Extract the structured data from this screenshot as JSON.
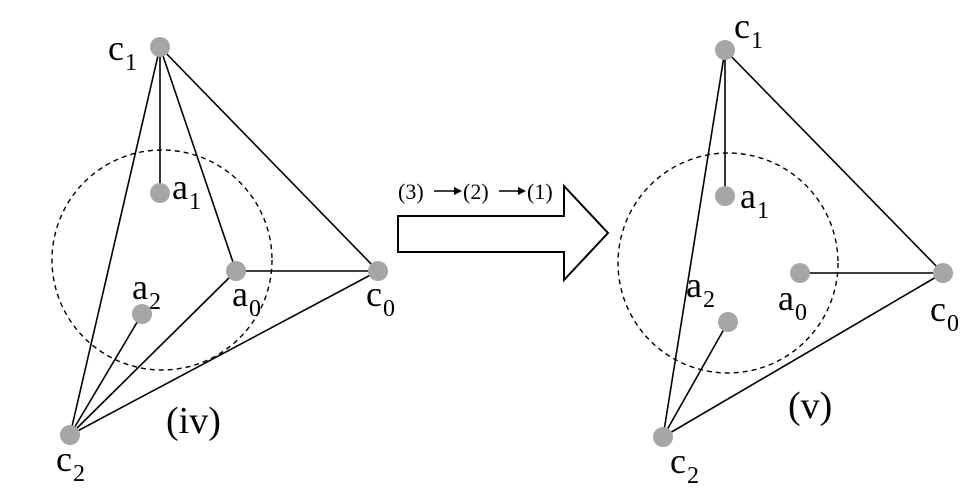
{
  "left": {
    "labels": {
      "c1": "c",
      "c1_sub": "1",
      "a1": "a",
      "a1_sub": "1",
      "a2": "a",
      "a2_sub": "2",
      "a0": "a",
      "a0_sub": "0",
      "c0": "c",
      "c0_sub": "0",
      "c2": "c",
      "c2_sub": "2"
    },
    "caption": "(iv)"
  },
  "right": {
    "labels": {
      "c1": "c",
      "c1_sub": "1",
      "a1": "a",
      "a1_sub": "1",
      "a2": "a",
      "a2_sub": "2",
      "a0": "a",
      "a0_sub": "0",
      "c0": "c",
      "c0_sub": "0",
      "c2": "c",
      "c2_sub": "2"
    },
    "caption": "(v)"
  },
  "transition": {
    "step3": "(3)",
    "step2": "(2)",
    "step1": "(1)"
  }
}
